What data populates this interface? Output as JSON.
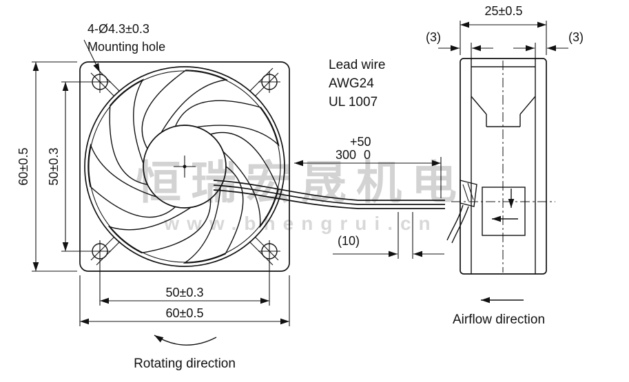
{
  "watermark": {
    "cn_text": "恒瑞宏晟机电",
    "url_text": "www.bhengrui.cn"
  },
  "front_view": {
    "mounting_hole_callout": "4-Ø4.3±0.3",
    "mounting_hole_label": "Mounting hole",
    "height_outer": "60±0.5",
    "height_inner": "50±0.3",
    "width_inner": "50±0.3",
    "width_outer": "60±0.5",
    "rotating_direction_label": "Rotating direction"
  },
  "lead_wire": {
    "label_line1": "Lead wire",
    "label_line2": "AWG24",
    "label_line3": "UL 1007",
    "length_value": "300",
    "length_tol_upper": "+50",
    "length_tol_lower": "0",
    "strip_length": "(10)"
  },
  "side_view": {
    "depth": "25±0.5",
    "flange_left": "(3)",
    "flange_right": "(3)",
    "airflow_direction_label": "Airflow direction"
  }
}
